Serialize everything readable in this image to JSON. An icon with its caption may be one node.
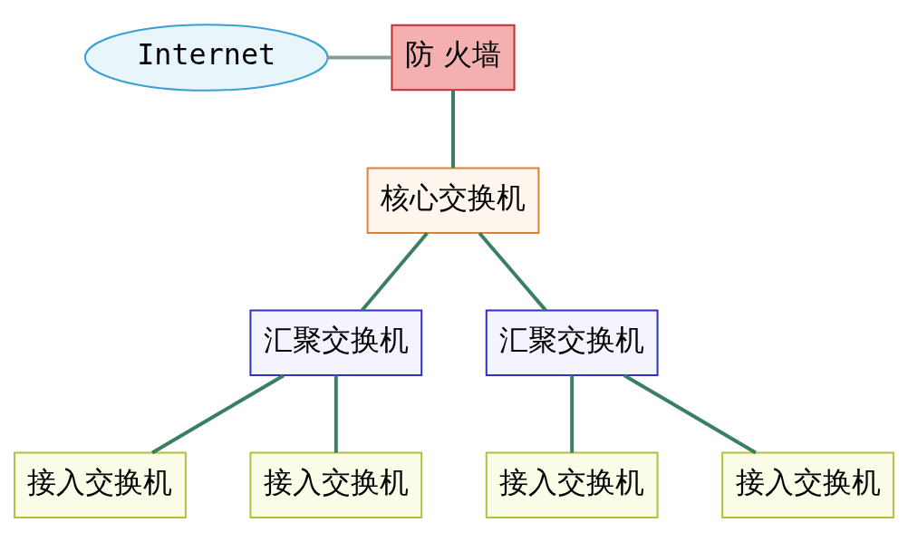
{
  "diagram": {
    "nodes": [
      {
        "text": [
          "Internet"
        ]
      },
      {
        "text": [
          "防 火墙"
        ]
      },
      {
        "text": [
          "核心交换机"
        ]
      },
      {
        "text": [
          "汇聚交换机"
        ]
      },
      {
        "text": [
          "汇聚交换机"
        ]
      },
      {
        "text": [
          "接入交换机"
        ]
      },
      {
        "text": [
          "接入交换机"
        ]
      },
      {
        "text": [
          "接入交换机"
        ]
      },
      {
        "text": [
          "接入交换机"
        ]
      }
    ],
    "edges": [
      {
        "from": 0,
        "to": 1,
        "arrow": "none",
        "color": "#8a9a9a"
      },
      {
        "from": 1,
        "to": 2,
        "arrow": "none"
      },
      {
        "from": 2,
        "to": 3,
        "arrow": "none"
      },
      {
        "from": 2,
        "to": 4,
        "arrow": "none"
      },
      {
        "from": 3,
        "to": 5,
        "arrow": "none"
      },
      {
        "from": 3,
        "to": 6,
        "arrow": "none"
      },
      {
        "from": 4,
        "to": 7,
        "arrow": "none"
      },
      {
        "from": 4,
        "to": 8,
        "arrow": "none"
      }
    ]
  }
}
